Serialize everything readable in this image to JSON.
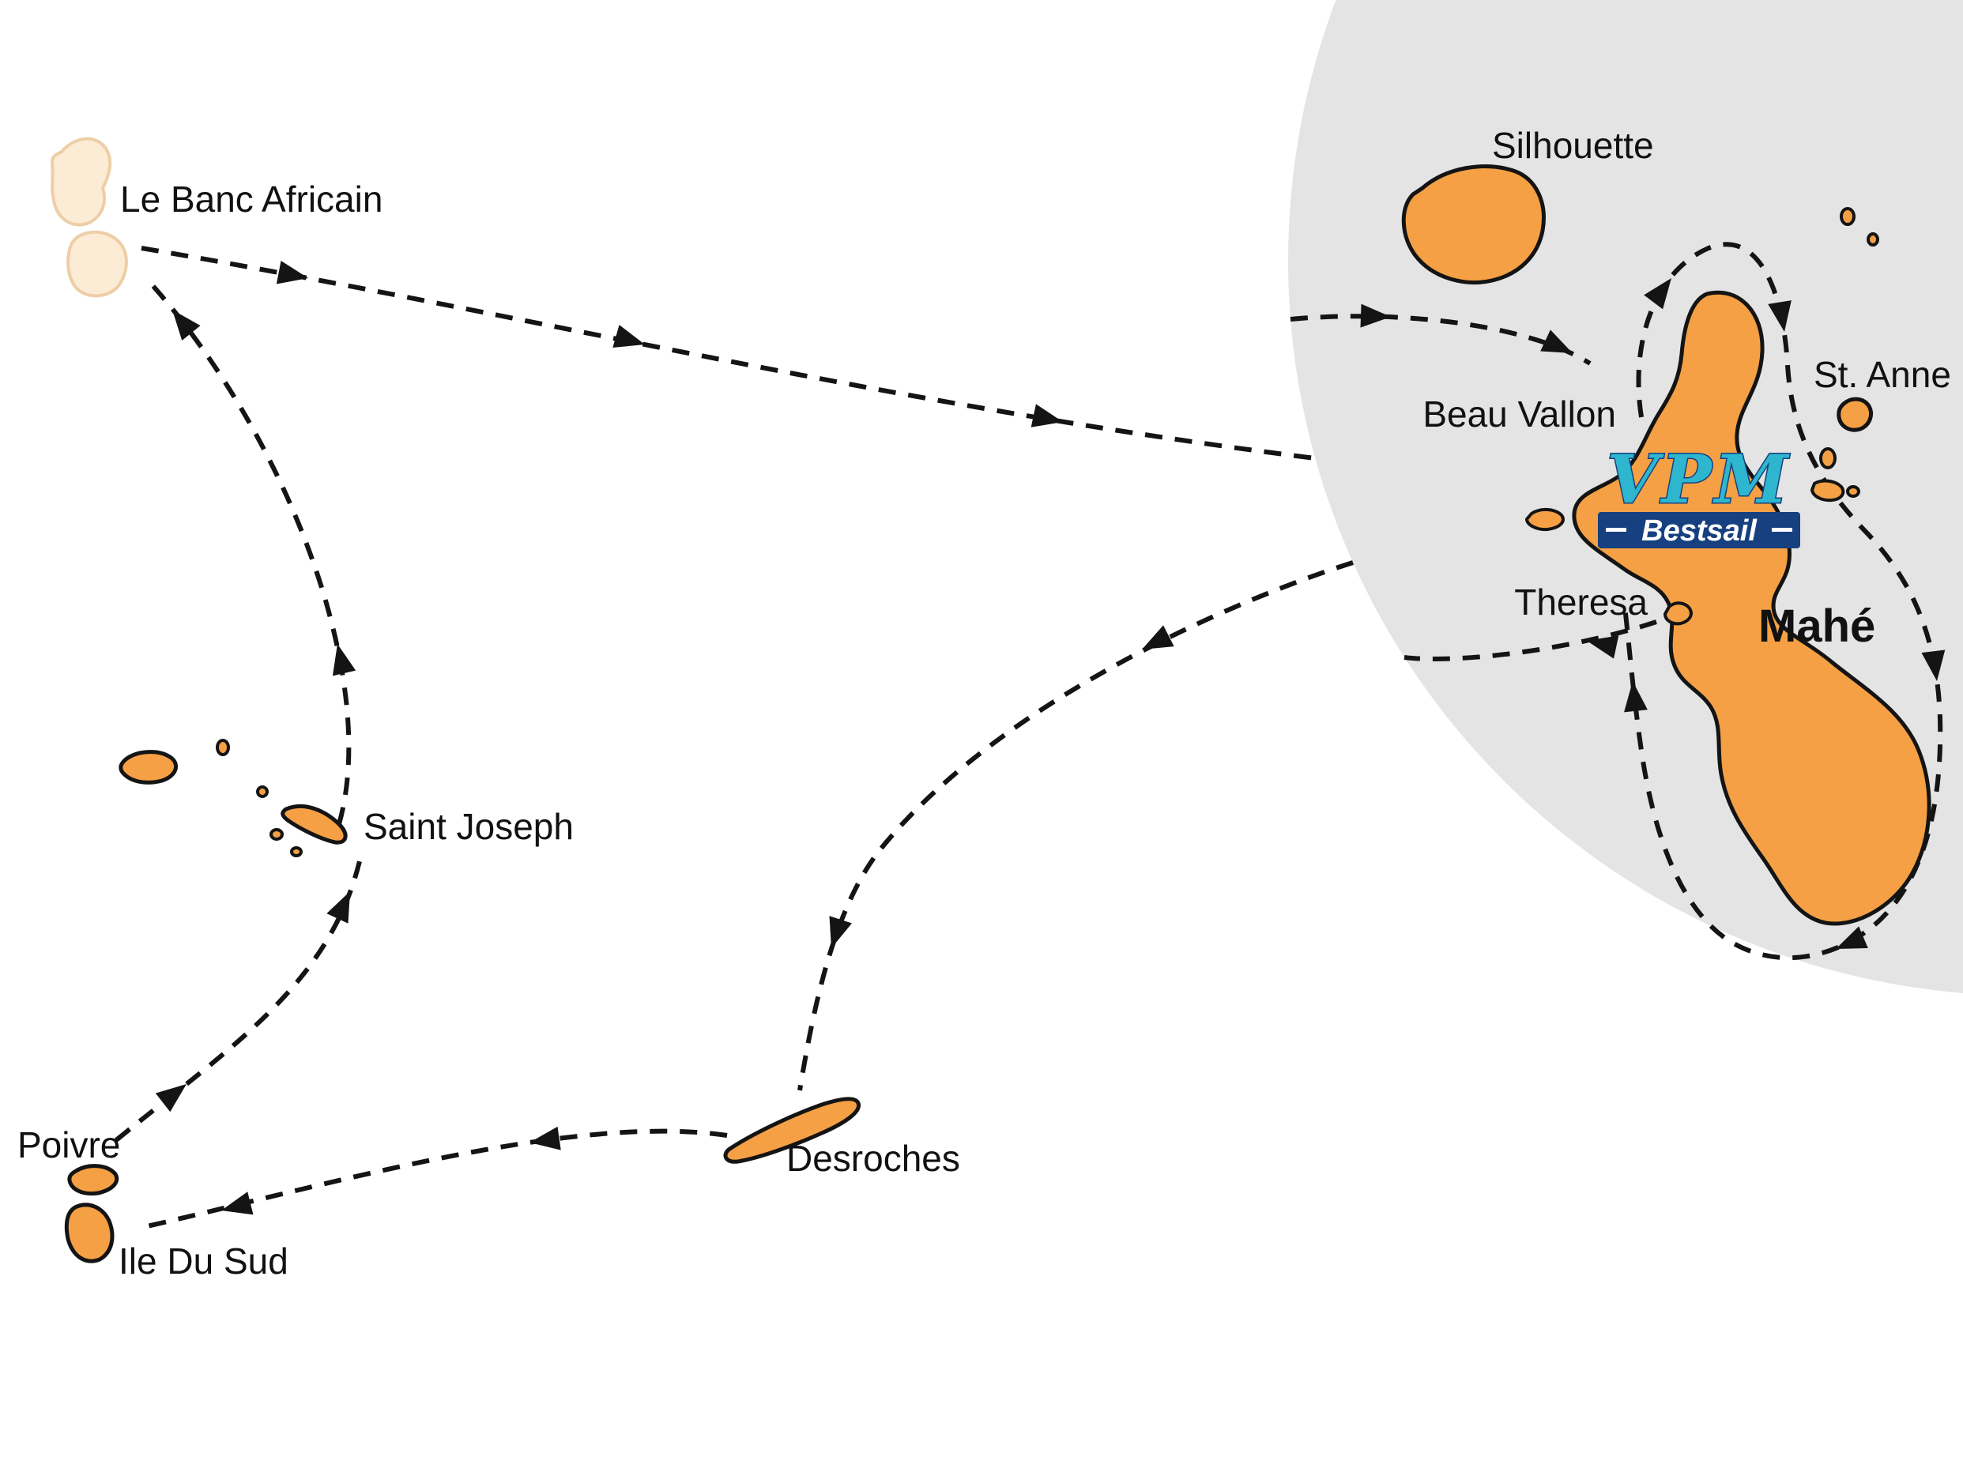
{
  "map": {
    "labels": {
      "le_banc_africain": "Le Banc Africain",
      "silhouette": "Silhouette",
      "st_anne": "St. Anne",
      "beau_vallon": "Beau Vallon",
      "theresa": "Theresa",
      "mahe": "Mahé",
      "saint_joseph": "Saint Joseph",
      "poivre": "Poivre",
      "ile_du_sud": "Ile Du Sud",
      "desroches": "Desroches"
    },
    "logo": {
      "vpm": "VPM",
      "bestsail": "Bestsail"
    },
    "colors": {
      "island": "#F5A044",
      "island_outline": "#141414",
      "faded_island": "#FCEBD5",
      "faded_outline": "#EDCEA6",
      "inset_background": "#E4E4E4",
      "route": "#141414",
      "label": "#111111",
      "logo_teal": "#2EB6CE",
      "logo_navy": "#16407F",
      "logo_text": "#FFFFFF"
    }
  }
}
